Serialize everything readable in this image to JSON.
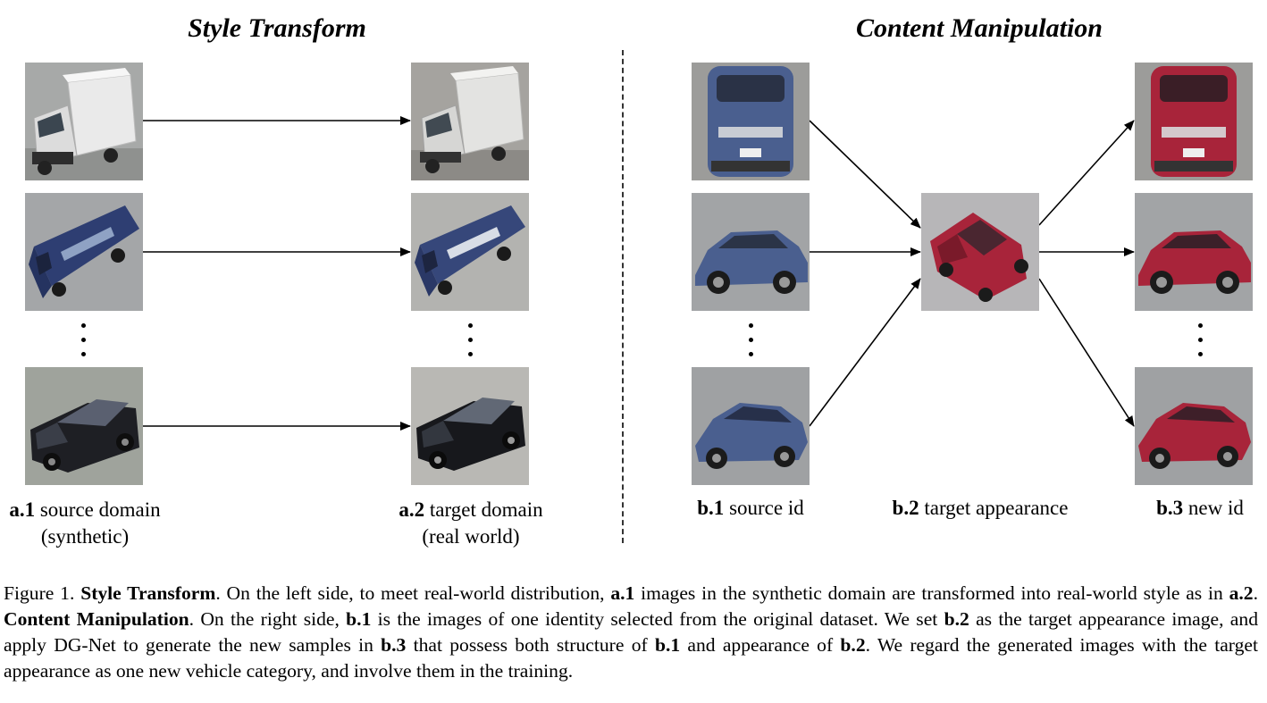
{
  "figure": {
    "left_title": "Style Transform",
    "right_title": "Content Manipulation",
    "labels": {
      "a1": {
        "tag": "a.1",
        "text": "source domain",
        "sub": "(synthetic)"
      },
      "a2": {
        "tag": "a.2",
        "text": "target domain",
        "sub": "(real world)"
      },
      "b1": {
        "tag": "b.1",
        "text": "source id"
      },
      "b2": {
        "tag": "b.2",
        "text": "target appearance"
      },
      "b3": {
        "tag": "b.3",
        "text": "new id"
      }
    },
    "images": {
      "a1": [
        "white box truck (synthetic)",
        "blue camper van (synthetic)",
        "black hatchback (synthetic)"
      ],
      "a2": [
        "white box truck (real style)",
        "blue camper van (real style)",
        "black hatchback (real style)"
      ],
      "b1": [
        "blue sedan front",
        "blue sedan side",
        "blue sedan rear-side"
      ],
      "b2": [
        "red sedan target appearance"
      ],
      "b3": [
        "red sedan front",
        "red sedan side",
        "red sedan rear-side"
      ]
    },
    "colors": {
      "blue_car": "#4a5f8f",
      "red_car": "#a8243a",
      "white_truck": "#e6e6e6",
      "black_car": "#1e1f24",
      "camper": "#2e3e72",
      "road": "#9a9c9e"
    },
    "caption": {
      "prefix": "Figure 1.",
      "t1": "Style Transform",
      "p1": ". On the left side, to meet real-world distribution,",
      "t2": "a.1",
      "p2": "images in the synthetic domain are transformed into real-world style as in",
      "t3": "a.2",
      "p3": ".",
      "t4": "Content Manipulation",
      "p4": ". On the right side,",
      "t5": "b.1",
      "p5": "is the images of one identity selected from the original dataset. We set",
      "t6": "b.2",
      "p6": "as the target appearance image, and apply DG-Net to generate the new samples in",
      "t7": "b.3",
      "p7": "that possess both structure of",
      "t8": "b.1",
      "p8": "and appearance of",
      "t9": "b.2",
      "p9": ". We regard the generated images with the target appearance as one new vehicle category, and involve them in the training."
    }
  }
}
